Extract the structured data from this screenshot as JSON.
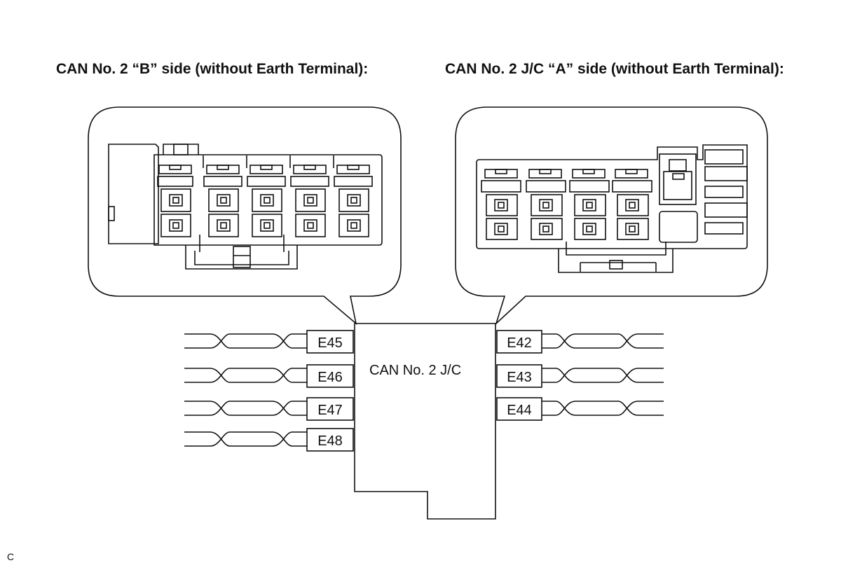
{
  "headings": {
    "left": "CAN No. 2 “B” side (without Earth Terminal):",
    "right": "CAN No. 2 J/C “A” side (without Earth Terminal):"
  },
  "junction": {
    "label": "CAN No. 2 J/C"
  },
  "connectors": {
    "left": [
      "E45",
      "E46",
      "E47",
      "E48"
    ],
    "right": [
      "E42",
      "E43",
      "E44"
    ]
  },
  "corner_code": "C"
}
